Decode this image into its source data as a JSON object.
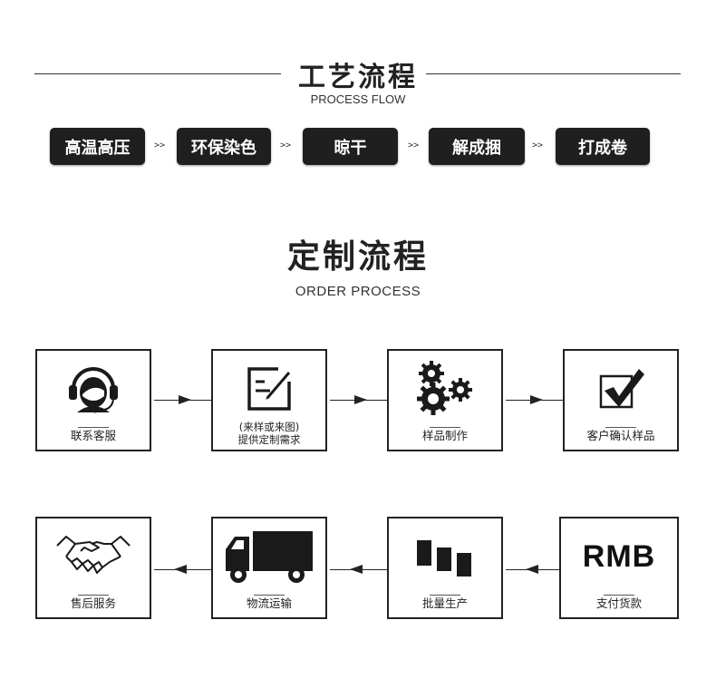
{
  "craft_section": {
    "title": "工艺流程",
    "subtitle": "PROCESS FLOW",
    "steps": [
      "高温高压",
      "环保染色",
      "晾干",
      "解成捆",
      "打成卷"
    ],
    "arrow": ">>"
  },
  "order_section": {
    "title": "定制流程",
    "subtitle": "ORDER PROCESS",
    "row1": [
      {
        "label": "联系客服",
        "icon": "headset-support-icon"
      },
      {
        "label_line1": "(来样或来图)",
        "label_line2": "提供定制需求",
        "icon": "edit-document-icon"
      },
      {
        "label": "样品制作",
        "icon": "gears-icon"
      },
      {
        "label": "客户确认样品",
        "icon": "checkbox-check-icon"
      }
    ],
    "row2": [
      {
        "label": "售后服务",
        "icon": "handshake-icon"
      },
      {
        "label": "物流运输",
        "icon": "truck-icon"
      },
      {
        "label": "批量生产",
        "icon": "production-bars-icon"
      },
      {
        "label": "支付货款",
        "icon": "rmb-text-icon",
        "icon_text": "RMB"
      }
    ]
  },
  "colors": {
    "pill_background": "#1f1f1f",
    "border": "#222222",
    "background": "#ffffff"
  }
}
